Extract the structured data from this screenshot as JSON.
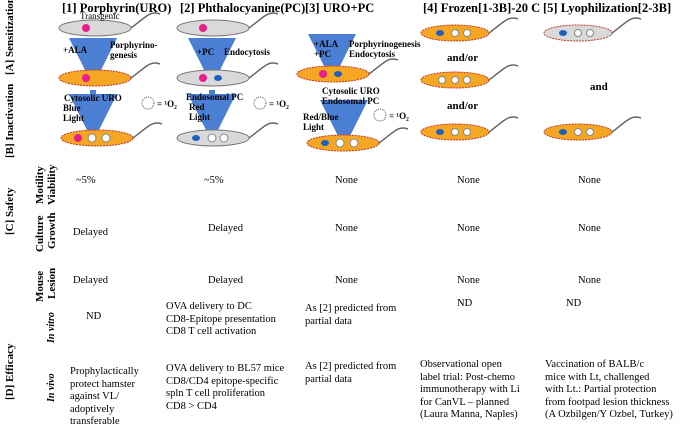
{
  "columns": [
    "[1] Porphyrin(URO)",
    "[2] Phthalocyanine(PC)",
    "[3] URO+PC",
    "[4] Frozen[1-3B]-20 C",
    "[5] Lyophilization[2-3B]"
  ],
  "rows": {
    "A": "[A] Sensitization",
    "B": "[B] Inactivation",
    "C": "[C] Safety",
    "D": "[D] Efficacy",
    "motility": "Motility",
    "viability": "Viability",
    "culture": "Culture",
    "growth": "Growth",
    "mouse": "Mouse",
    "lesion": "Lesion",
    "invitro": "In vitro",
    "invivo": "In vivo"
  },
  "diagram_labels": {
    "transgenic": "Transgenic",
    "c1_ala": "+ALA",
    "c1_porph": "Porphyrino-\ngenesis",
    "c1_cyto": "Cytosolic URO",
    "c1_light": "Blue\nLight",
    "c2_pc": "+PC",
    "c2_endo": "Endocytosis",
    "c2_endopc": "Endosomal PC",
    "c2_light": "Red\nLight",
    "c3_add": "+ALA\n+PC",
    "c3_proc": "Porphyrinogenesis\nEndocytosis",
    "c3_loc": "Cytosolic URO\nEndosomal PC",
    "c3_light": "Red/Blue\nLight",
    "and_or_1": "and/or",
    "and_or_2": "and/or",
    "and": "and",
    "singlet": "= ¹O₂"
  },
  "motility": [
    "~5%",
    "~5%",
    "None",
    "None",
    "None"
  ],
  "culture": [
    "Delayed",
    "Delayed",
    "None",
    "None",
    "None"
  ],
  "mouse": [
    "Delayed",
    "Delayed",
    "None",
    "None",
    "None"
  ],
  "invitro": [
    "ND",
    "OVA delivery to DC\nCD8-Epitope presentation\nCD8 T cell activation",
    "As [2] predicted from\npartial data",
    "ND",
    "ND"
  ],
  "invivo": [
    "Prophylactically\nprotect hamster\nagainst VL/\nadoptively\ntransferable",
    "OVA delivery to BL57 mice\nCD8/CD4 epitope-specific\nspln T cell proliferation\nCD8 > CD4",
    "As [2] predicted from\npartial data",
    "Observational open\nlabel trial: Post-chemo\nimmunotherapy with Li\nfor CanVL – planned\n(Laura Manna, Naples)",
    "Vaccination of BALB/c\nmice with Lt, challenged\nwith Lt.: Partial protection\nfrom footpad lesion thickness\n(A Ozbilgen/Y Ozbel, Turkey)"
  ],
  "colors": {
    "cell_body": "#F5A623",
    "cell_outline": "#C0392B",
    "nucleus": "#E91E8C",
    "blue_dot": "#1E5FBF",
    "arrow": "#4A7FD4",
    "gray_cell": "#D9D9D9"
  }
}
